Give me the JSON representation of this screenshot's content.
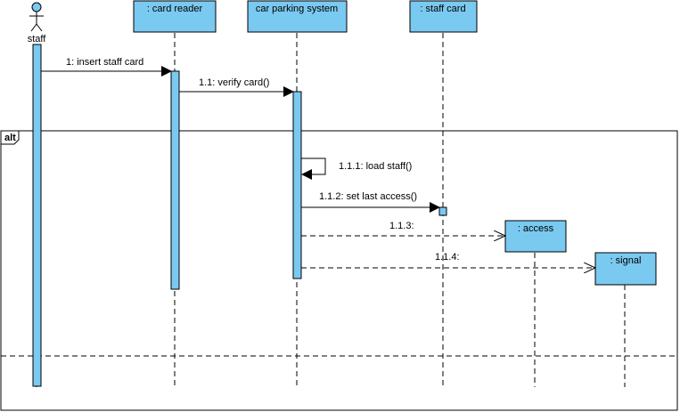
{
  "diagram": {
    "actor": {
      "name": "staff"
    },
    "lifelines": {
      "card_reader": ": card reader",
      "car_parking_system": "car parking system",
      "staff_card": ": staff card",
      "access": ": access",
      "signal": ": signal"
    },
    "messages": {
      "m1": "1: insert staff card",
      "m1_1": "1.1: verify card()",
      "m1_1_1": "1.1.1: load staff()",
      "m1_1_2": "1.1.2: set last access()",
      "m1_1_3": "1.1.3:",
      "m1_1_4": "1.1.4:"
    },
    "fragment": {
      "operator": "alt"
    }
  },
  "colors": {
    "box_fill": "#7ac9f0",
    "box_stroke": "#000000"
  }
}
